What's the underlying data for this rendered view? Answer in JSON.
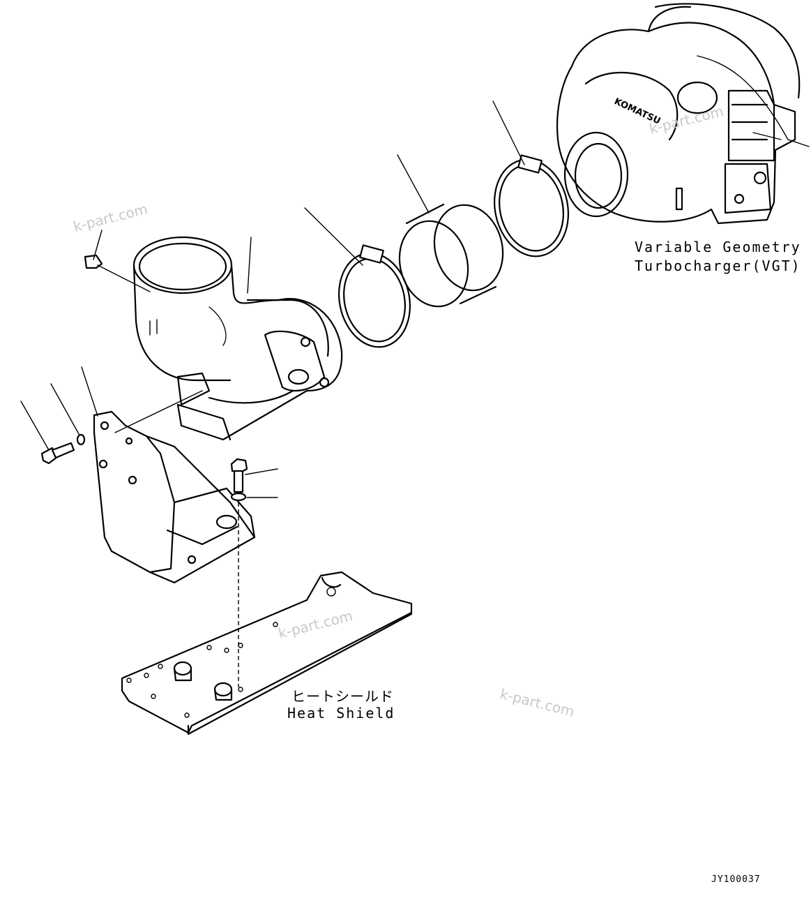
{
  "labels": {
    "vgt_line1": "Variable Geometry",
    "vgt_line2": "Turbocharger(VGT)",
    "heat_shield_jp": "ヒートシールド",
    "heat_shield_en": "Heat Shield",
    "drawing_code": "JY100037",
    "turbo_brand": "KOMATSU"
  },
  "watermarks": {
    "wm1": "k-part.com",
    "wm2": "k-part.com",
    "wm3": "k-part.com",
    "wm4": "k-part.com"
  },
  "colors": {
    "line": "#000000",
    "watermark": "#c8c8c8",
    "background": "#ffffff"
  }
}
